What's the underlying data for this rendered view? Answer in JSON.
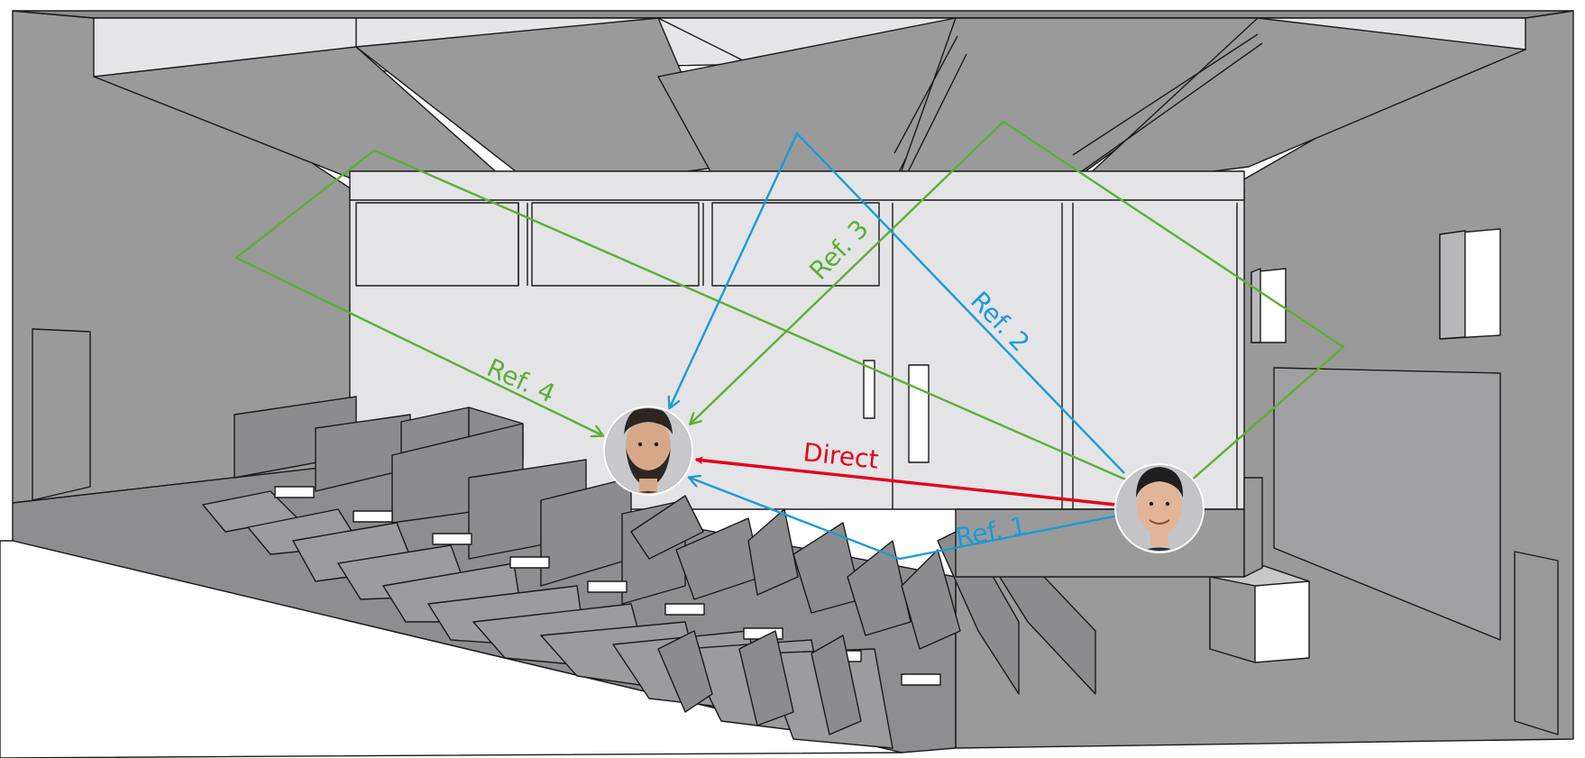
{
  "paths": {
    "direct": {
      "label": "Direct",
      "color": "#e3001b"
    },
    "ref1": {
      "label": "Ref. 1",
      "color": "#1a9bd7"
    },
    "ref2": {
      "label": "Ref. 2",
      "color": "#1a9bd7"
    },
    "ref3": {
      "label": "Ref. 3",
      "color": "#5ab034"
    },
    "ref4": {
      "label": "Ref. 4",
      "color": "#5ab034"
    }
  },
  "people": {
    "receiver": {
      "icon": "listener-face-icon"
    },
    "source": {
      "icon": "speaker-face-icon"
    }
  },
  "colors": {
    "wall": "#9a9a9b",
    "ceiling_panel": "#e6e6e8",
    "front_wall": "#e4e4e6",
    "floor": "#8e8e90",
    "seat": "#8c8c8e"
  }
}
